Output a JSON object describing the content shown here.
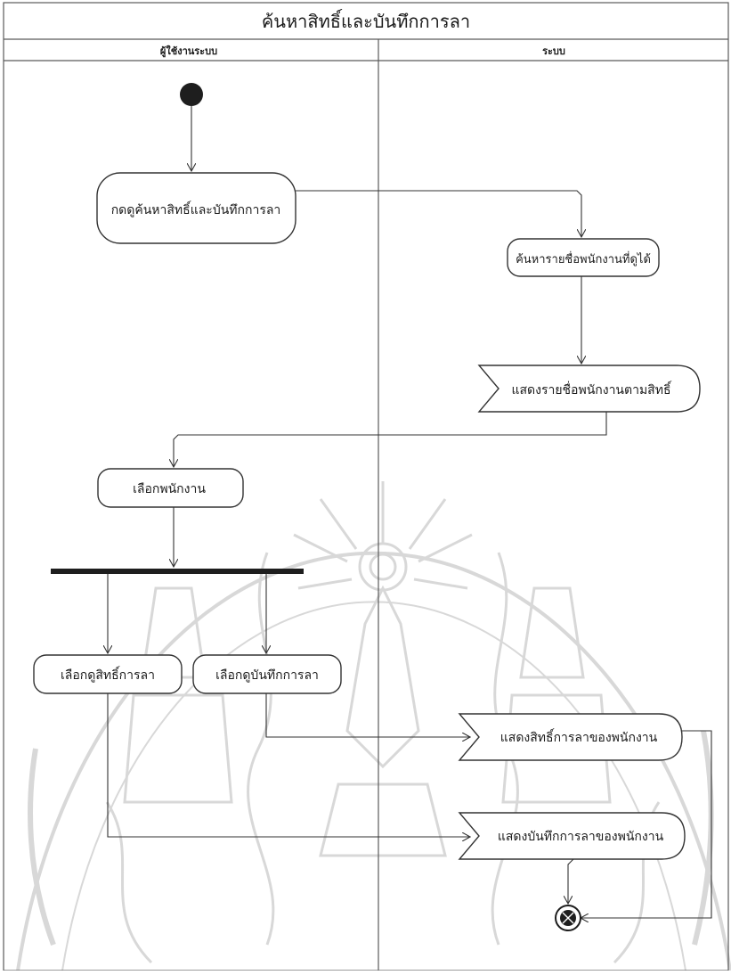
{
  "title": "ค้นหาสิทธิ์และบันทึกการลา",
  "lanes": {
    "left": "ผู้ใช้งานระบบ",
    "right": "ระบบ"
  },
  "actions": {
    "press_search": "กดดูค้นหาสิทธิ์และบันทึกการลา",
    "search_employees": "ค้นหารายชื่อพนักงานที่ดูได้",
    "show_employee_list": "แสดงรายชื่อพนักงานตามสิทธิ์",
    "select_employee": "เลือกพนักงาน",
    "select_view_rights": "เลือกดูสิทธิ์การลา",
    "select_view_records": "เลือกดูบันทึกการลา",
    "show_leave_rights": "แสดงสิทธิ์การลาของพนักงาน",
    "show_leave_records": "แสดงบันทึกการลาของพนักงาน"
  },
  "watermark": "university seal watermark",
  "colors": {
    "line": "#333333",
    "watermark": "#d0d0d0",
    "node_fill": "#222222"
  }
}
